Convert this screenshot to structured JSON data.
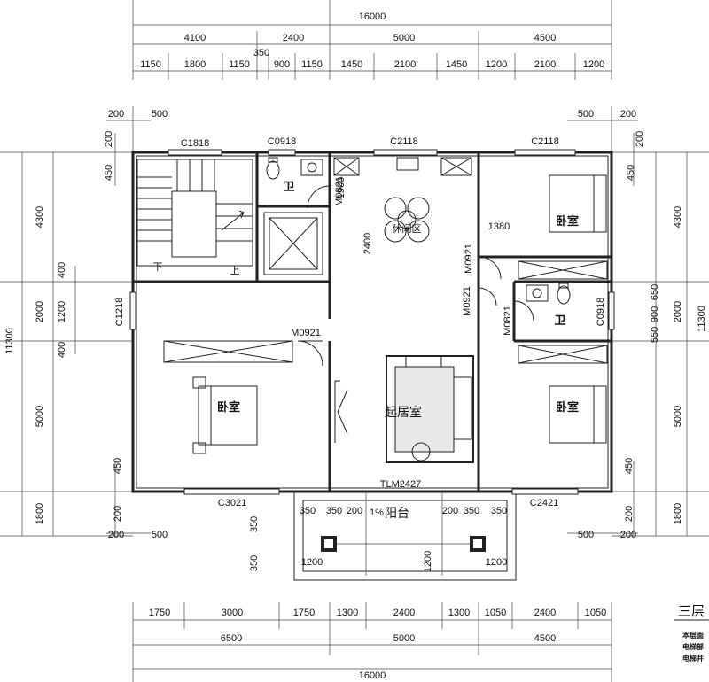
{
  "top_dims": {
    "total": "16000",
    "row2": [
      "4100",
      "2400",
      "5000",
      "4500"
    ],
    "extra_350": "350",
    "row3": [
      "1150",
      "1800",
      "1150",
      "900",
      "1150",
      "1450",
      "2100",
      "1450",
      "1200",
      "2100",
      "1200"
    ],
    "row4_left": [
      "200",
      "500"
    ],
    "row4_right": [
      "500",
      "200"
    ]
  },
  "bottom_dims": {
    "row1_left": [
      "200",
      "500"
    ],
    "row1_right": [
      "500",
      "200"
    ],
    "row2": [
      "1750",
      "3000",
      "1750",
      "1300",
      "2400",
      "1300",
      "1050",
      "2400",
      "1050"
    ],
    "row3": [
      "6500",
      "5000",
      "4500"
    ],
    "total": "16000"
  },
  "left_dims": {
    "total": "11300",
    "outer": [
      "4300",
      "2000",
      "5000",
      "1800"
    ],
    "inner": [
      "200",
      "450",
      "400",
      "1200",
      "400",
      "450",
      "200"
    ]
  },
  "right_dims": {
    "total": "11300",
    "outer": [
      "4300",
      "2000",
      "5000",
      "1800"
    ],
    "inner": [
      "200",
      "450",
      "650",
      "900",
      "550",
      "450",
      "200"
    ]
  },
  "windows": {
    "c1818": "C1818",
    "c0918_top": "C0918",
    "c2118_mid": "C2118",
    "c2118_right": "C2118",
    "c1218": "C1218",
    "c0918_right": "C0918",
    "c3021": "C3021",
    "c2421": "C2421"
  },
  "doors": {
    "m0821_top": "M0821",
    "m0921_upper": "M0921",
    "m0921_lower": "M0921",
    "m0821_right": "M0821",
    "m0921_left": "M0921",
    "tlm2427": "TLM2427"
  },
  "rooms": {
    "bath_top": "卫",
    "leisure": "休闲区",
    "bedroom_ne": "卧室",
    "bath_right": "卫",
    "bedroom_w": "卧室",
    "living": "起居室",
    "balcony": "阳台",
    "stair_down": "下",
    "stair_up": "上"
  },
  "inner_dims": {
    "d1900": "1900",
    "d2400": "2400",
    "d1380": "1380",
    "b350a": "350",
    "b350b": "350",
    "b200a": "200",
    "slope": "1%",
    "b200b": "200",
    "b350c": "350",
    "b350d": "350",
    "v350a": "350",
    "v350b": "350",
    "w1200a": "1200",
    "w1200b": "1200",
    "w1200c": "1200"
  },
  "title": {
    "heading": "三层",
    "line1": "本层面",
    "line2": "电梯部",
    "line3": "电梯井"
  },
  "colors": {
    "line": "#222222",
    "background": "#ffffff"
  }
}
